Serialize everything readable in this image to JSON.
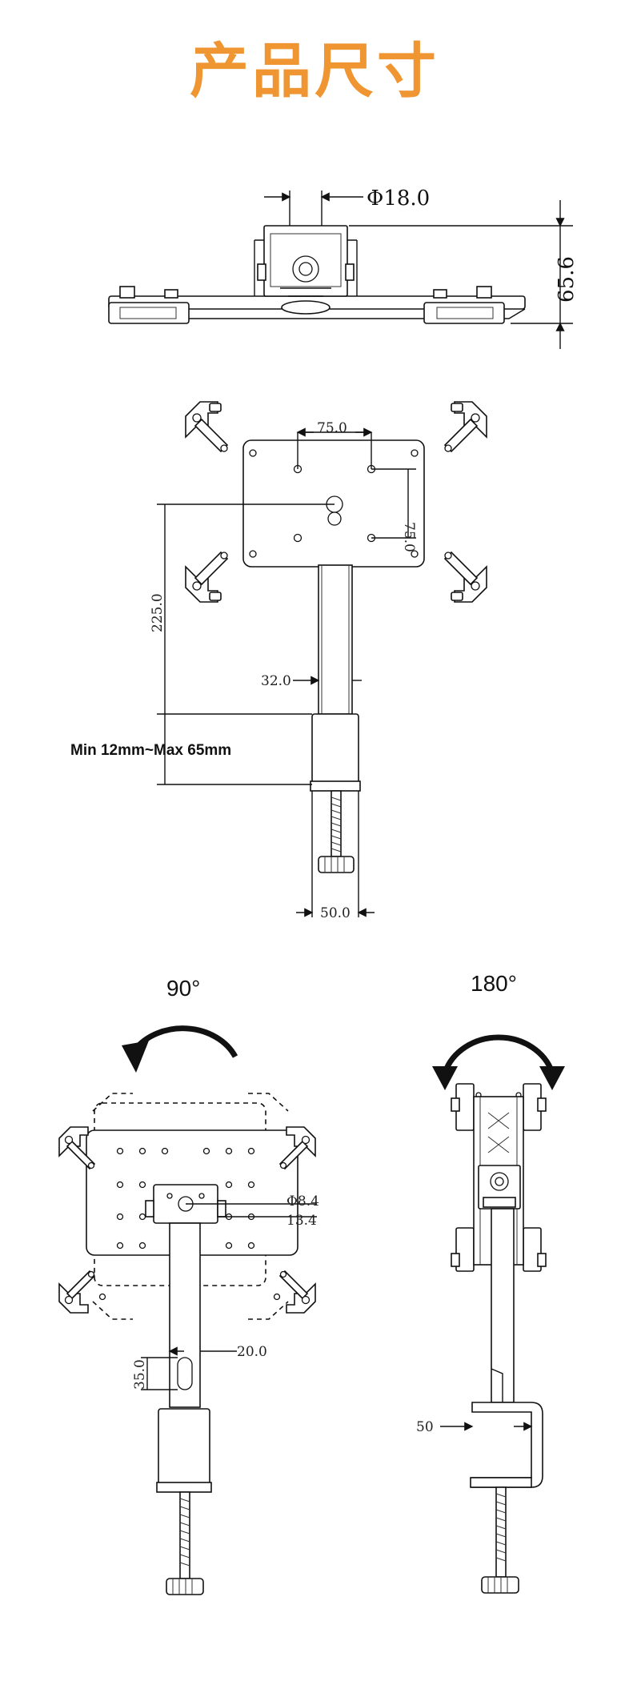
{
  "title": "产品尺寸",
  "top_view": {
    "pin_diameter": "Φ18.0",
    "height": "65.6"
  },
  "front_view": {
    "vesa_horizontal": "75.0",
    "vesa_vertical": "75.0",
    "pole_height": "225.0",
    "pole_diameter": "32.0",
    "clamp_range": "Min 12mm~Max 65mm",
    "clamp_width": "50.0"
  },
  "rotate_view": {
    "angle": "90°",
    "hole_diameter": "Φ8.4",
    "offset": "13.4",
    "slot_width": "20.0",
    "slot_length": "35.0"
  },
  "swivel_view": {
    "angle": "180°",
    "clamp_depth": "50"
  }
}
